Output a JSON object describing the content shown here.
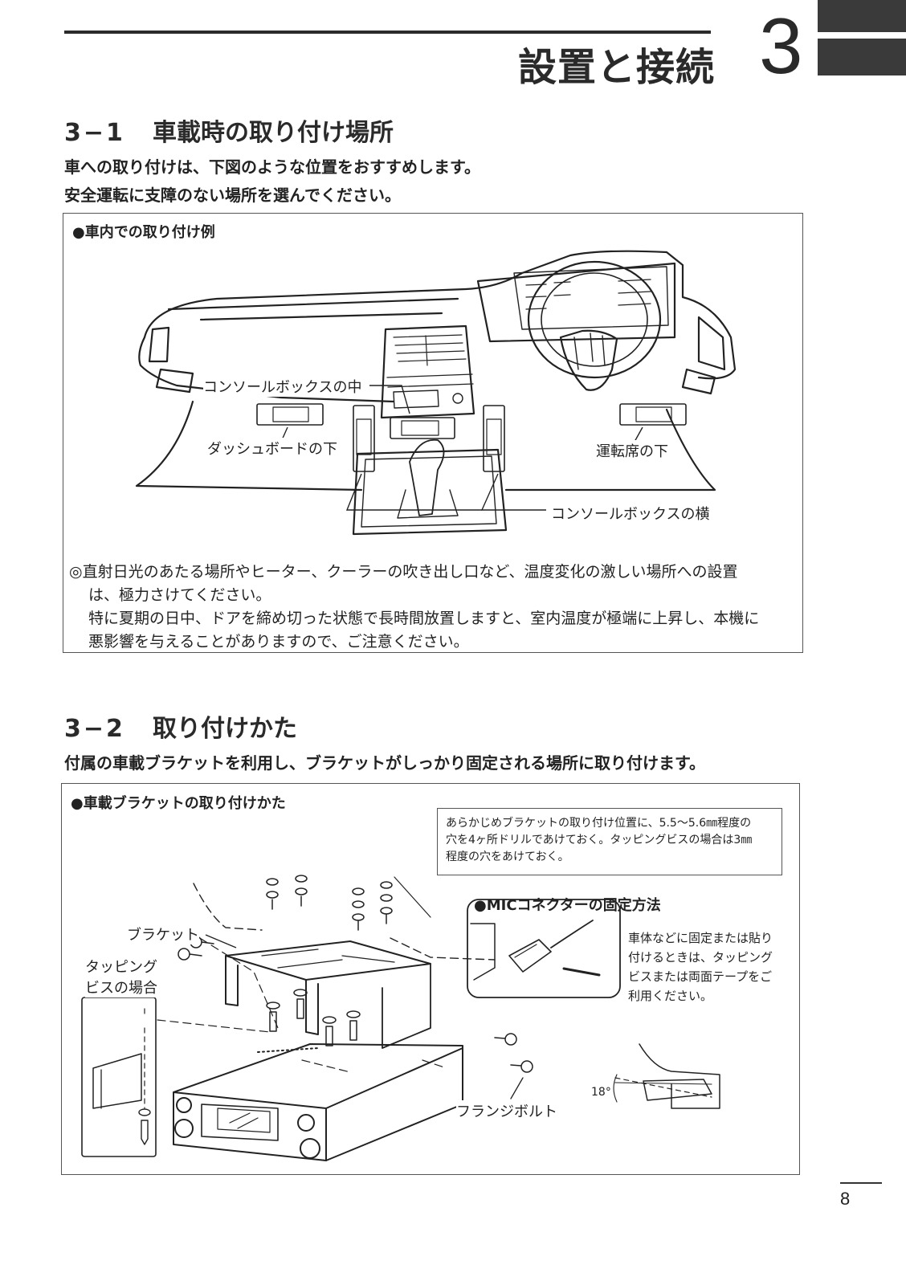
{
  "header": {
    "title": "設置と接続",
    "chapter_number": "3"
  },
  "section1": {
    "number": "3−1",
    "title": "車載時の取り付け場所",
    "intro_line1": "車への取り付けは、下図のような位置をおすすめします。",
    "intro_line2": "安全運転に支障のない場所を選んでください。",
    "figure": {
      "label": "●車内での取り付け例",
      "callout_console_inside": "コンソールボックスの中",
      "callout_under_dashboard": "ダッシュボードの下",
      "callout_under_driver_seat": "運転席の下",
      "callout_console_side": "コンソールボックスの横"
    },
    "note_line1": "◎直射日光のあたる場所やヒーター、クーラーの吹き出し口など、温度変化の激しい場所への設置",
    "note_line2": "は、極力さけてください。",
    "note_line3": "特に夏期の日中、ドアを締め切った状態で長時間放置しますと、室内温度が極端に上昇し、本機に",
    "note_line4": "悪影響を与えることがありますので、ご注意ください。"
  },
  "section2": {
    "number": "3−2",
    "title": "取り付けかた",
    "intro": "付属の車載ブラケットを利用し、ブラケットがしっかり固定される場所に取り付けます。",
    "figure": {
      "label": "●車載ブラケットの取り付けかた",
      "drill_note_line1": "あらかじめブラケットの取り付け位置に、5.5〜5.6㎜程度の",
      "drill_note_line2": "穴を4ヶ所ドリルであけておく。タッピングビスの場合は3㎜",
      "drill_note_line3": "程度の穴をあけておく。",
      "mic_title": "●MICコネクターの固定方法",
      "mic_note_line1": "車体などに固定または貼り",
      "mic_note_line2": "付けるときは、タッピング",
      "mic_note_line3": "ビスまたは両面テープをご",
      "mic_note_line4": "利用ください。",
      "callout_bracket": "ブラケット",
      "callout_tapping_line1": "タッピング",
      "callout_tapping_line2": "ビスの場合",
      "callout_flange_bolt": "フランジボルト",
      "angle_label": "18°"
    }
  },
  "footer": {
    "page_number": "8"
  }
}
